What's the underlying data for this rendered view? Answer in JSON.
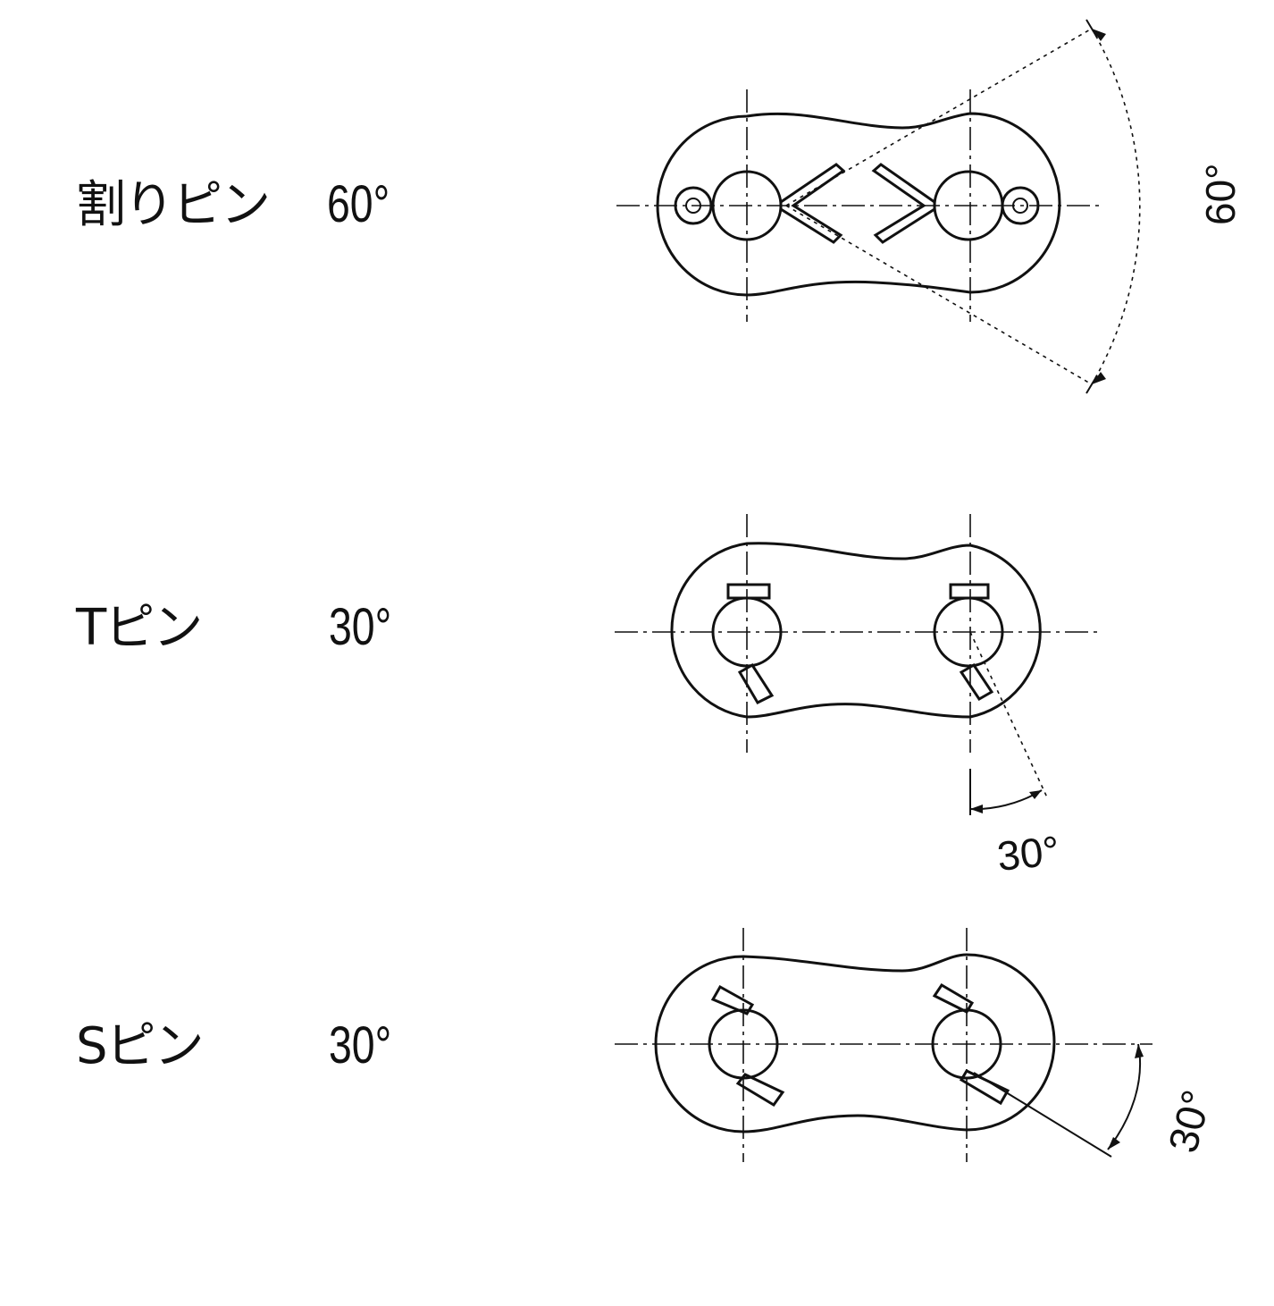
{
  "rows": [
    {
      "pin_name": "割りピン",
      "angle_label": "60°",
      "drawing_angle": "60°"
    },
    {
      "pin_name": "Tピン",
      "angle_label": "30°",
      "drawing_angle": "30°"
    },
    {
      "pin_name": "Sピン",
      "angle_label": "30°",
      "drawing_angle": "30°"
    }
  ]
}
